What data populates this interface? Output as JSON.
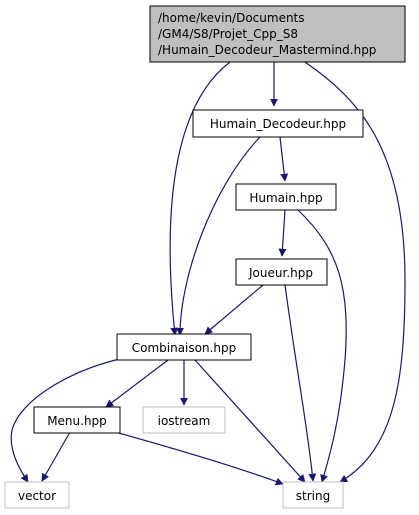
{
  "colors": {
    "edge": "#191970",
    "root_fill": "#bfbfbf",
    "node_border": "#000000",
    "system_border": "#bfbfbf",
    "fill": "#ffffff"
  },
  "nodes": {
    "root": {
      "lines": [
        "/home/kevin/Documents",
        "/GM4/S8/Projet_Cpp_S8",
        "/Humain_Decodeur_Mastermind.hpp"
      ]
    },
    "humain_decodeur": {
      "label": "Humain_Decodeur.hpp"
    },
    "humain": {
      "label": "Humain.hpp"
    },
    "joueur": {
      "label": "Joueur.hpp"
    },
    "combinaison": {
      "label": "Combinaison.hpp"
    },
    "menu": {
      "label": "Menu.hpp"
    },
    "iostream": {
      "label": "iostream"
    },
    "vector": {
      "label": "vector"
    },
    "string": {
      "label": "string"
    }
  }
}
